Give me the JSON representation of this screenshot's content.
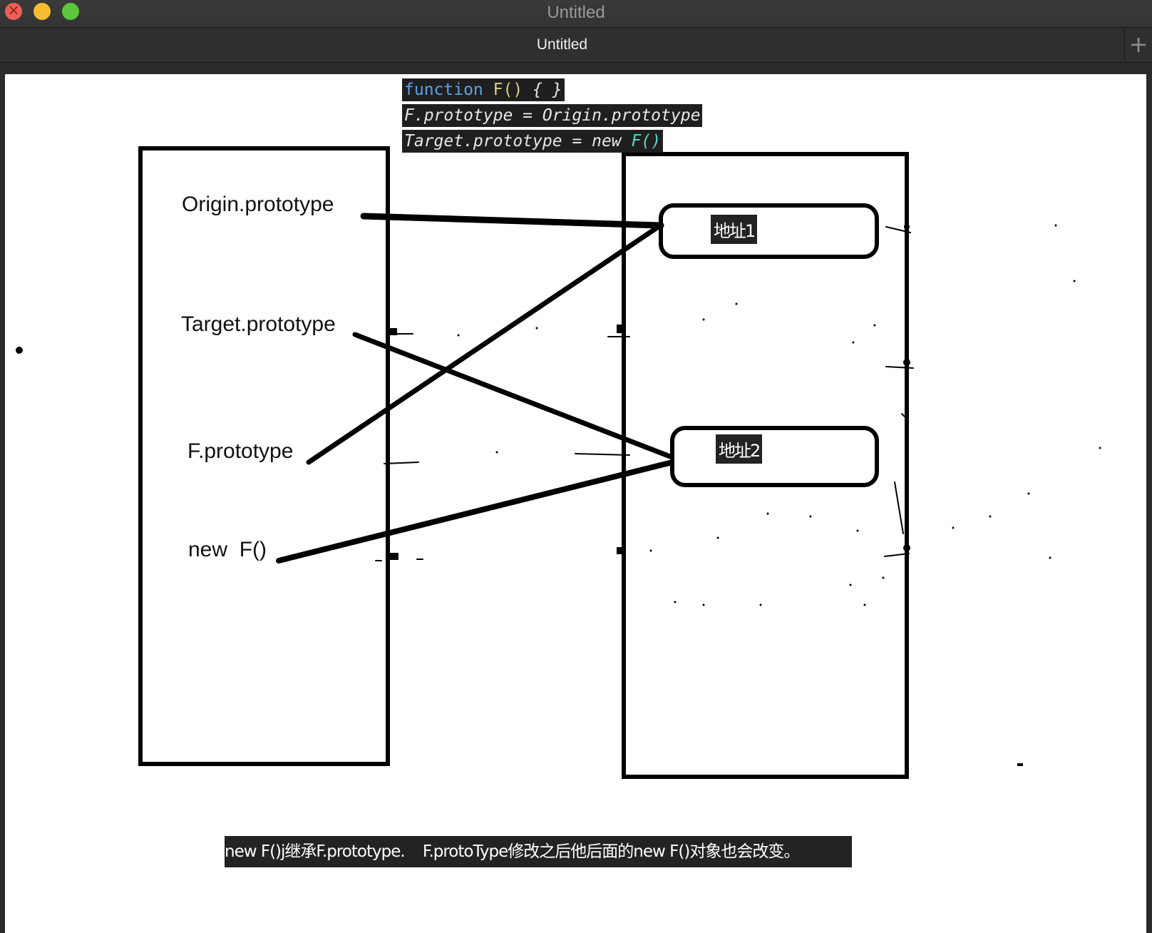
{
  "window": {
    "title": "Untitled",
    "tab_label": "Untitled",
    "new_tab_symbol": "+"
  },
  "code": {
    "line1_keyword": "function",
    "line1_name": "F()",
    "line1_rest": " { }",
    "line2": "F.prototype = Origin.prototype",
    "line3_prefix": "Target.prototype = new ",
    "line3_call": "F()"
  },
  "left_box": {
    "origin_label": "Origin.prototype",
    "target_label": "Target.prototype",
    "f_label": "F.prototype",
    "newf_label": "new  F()"
  },
  "right_box": {
    "address1": "地址1",
    "address2": "地址2"
  },
  "note": "new F()j继承F.prototype.    F.protoType修改之后他后面的new F()对象也会改变。",
  "colors": {
    "canvas": "#ffffff",
    "stroke": "#000000",
    "label_bg": "#232323",
    "keyword": "#5ca3e6",
    "function_name": "#d9d08a",
    "call": "#5fd3c6"
  }
}
